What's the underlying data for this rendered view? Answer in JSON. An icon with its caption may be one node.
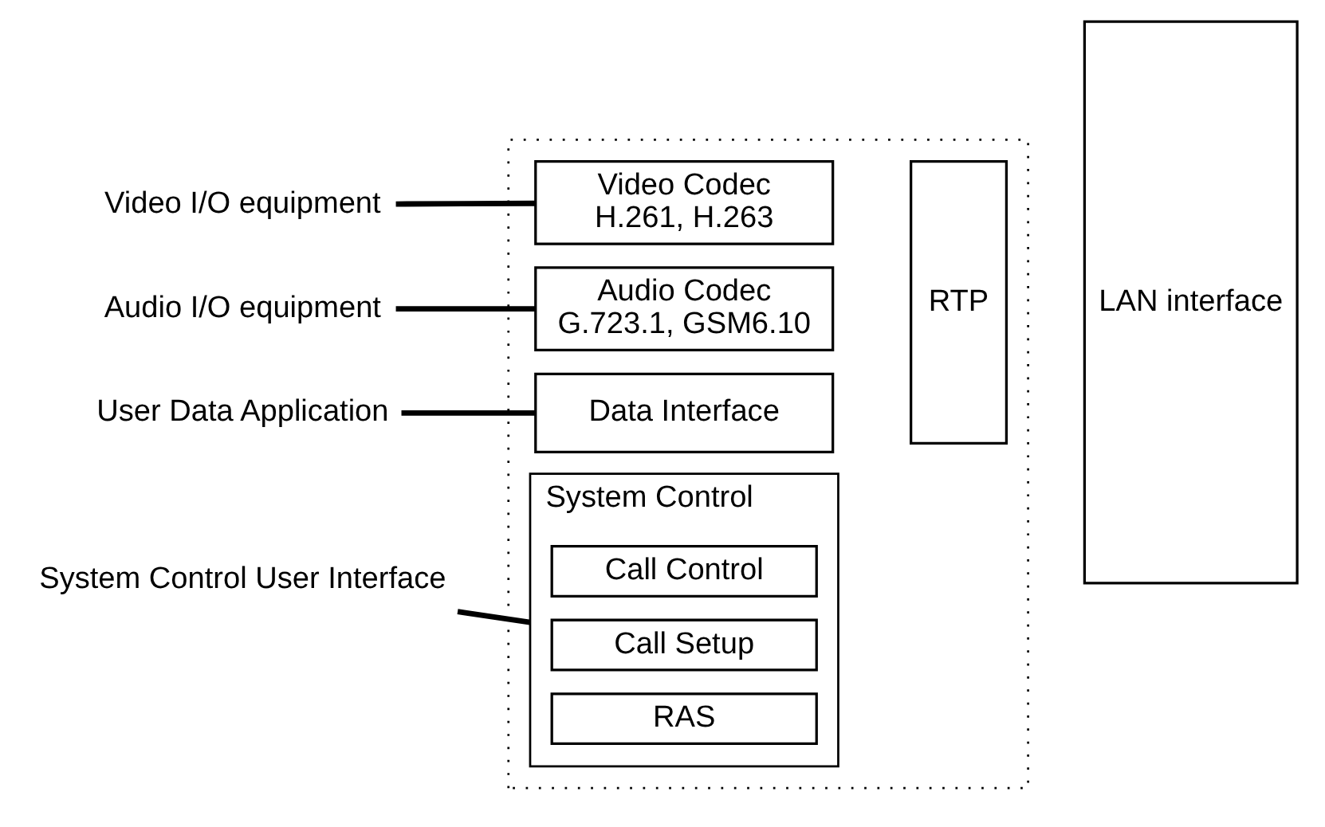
{
  "diagram": {
    "nodes": [
      {
        "text": [
          "Video I/O equipment"
        ]
      },
      {
        "text": [
          "Audio I/O equipment"
        ]
      },
      {
        "text": [
          "User Data Application"
        ]
      },
      {
        "text": [
          "System Control User Interface"
        ]
      },
      {
        "text": [],
        "shape": "box"
      },
      {
        "text": [
          "Video Codec",
          "H.261, H.263"
        ],
        "in": 4
      },
      {
        "text": [
          "Audio Codec",
          "G.723.1, GSM6.10"
        ],
        "in": 4
      },
      {
        "text": [
          "Data Interface"
        ],
        "in": 4
      },
      {
        "text": [
          "System Control"
        ],
        "in": 4
      },
      {
        "text": [
          "Call Control"
        ],
        "in": 8
      },
      {
        "text": [
          "Call Setup"
        ],
        "in": 8
      },
      {
        "text": [
          "RAS"
        ],
        "in": 8
      },
      {
        "text": [
          "RTP"
        ],
        "in": 4
      },
      {
        "text": [
          "LAN interface"
        ]
      }
    ],
    "edges": [
      {
        "from": 0,
        "to": 5,
        "arrow": "none"
      },
      {
        "from": 1,
        "to": 6,
        "arrow": "none"
      },
      {
        "from": 2,
        "to": 7,
        "arrow": "none"
      },
      {
        "from": 3,
        "to": 8,
        "arrow": "none"
      }
    ]
  }
}
